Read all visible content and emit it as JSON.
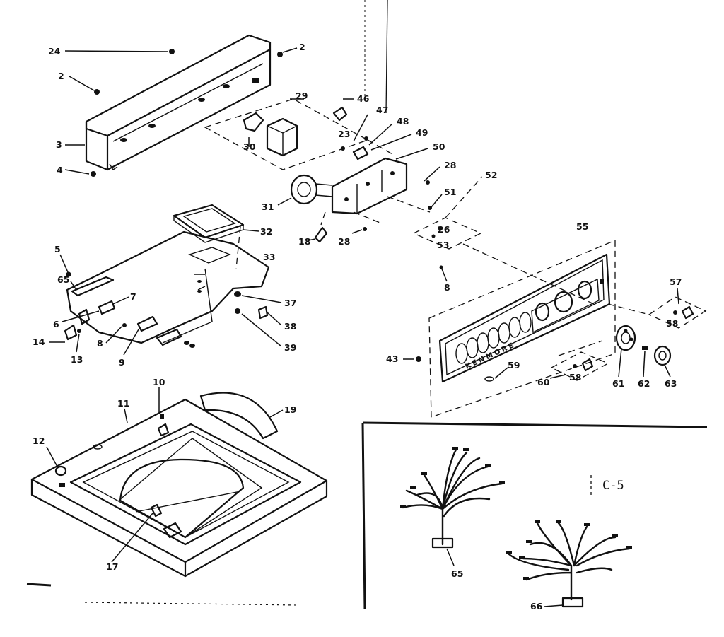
{
  "diagram": {
    "brand_text": "KENMORE",
    "inset_label": "C-5",
    "callouts": {
      "c24": "24",
      "c2a": "2",
      "c2b": "2",
      "c3": "3",
      "c4": "4",
      "c29": "29",
      "c30": "30",
      "c46": "46",
      "c47": "47",
      "c48": "48",
      "c49": "49",
      "c50": "50",
      "c23": "23",
      "c28a": "28",
      "c51": "51",
      "c31": "31",
      "c52": "52",
      "c26": "26",
      "c53": "53",
      "c28b": "28",
      "c18": "18",
      "c32": "32",
      "c33": "33",
      "c5": "5",
      "c65a": "65",
      "c7": "7",
      "c6": "6",
      "c37": "37",
      "c38": "38",
      "c39": "39",
      "c8a": "8",
      "c14": "14",
      "c13": "13",
      "c9": "9",
      "c8b": "8",
      "c55": "55",
      "c57": "57",
      "c58a": "58",
      "c43": "43",
      "c59": "59",
      "c58b": "58",
      "c60": "60",
      "c61": "61",
      "c62": "62",
      "c63": "63",
      "c10": "10",
      "c11": "11",
      "c12": "12",
      "c19": "19",
      "c17": "17",
      "c65b": "65",
      "c66": "66"
    }
  }
}
